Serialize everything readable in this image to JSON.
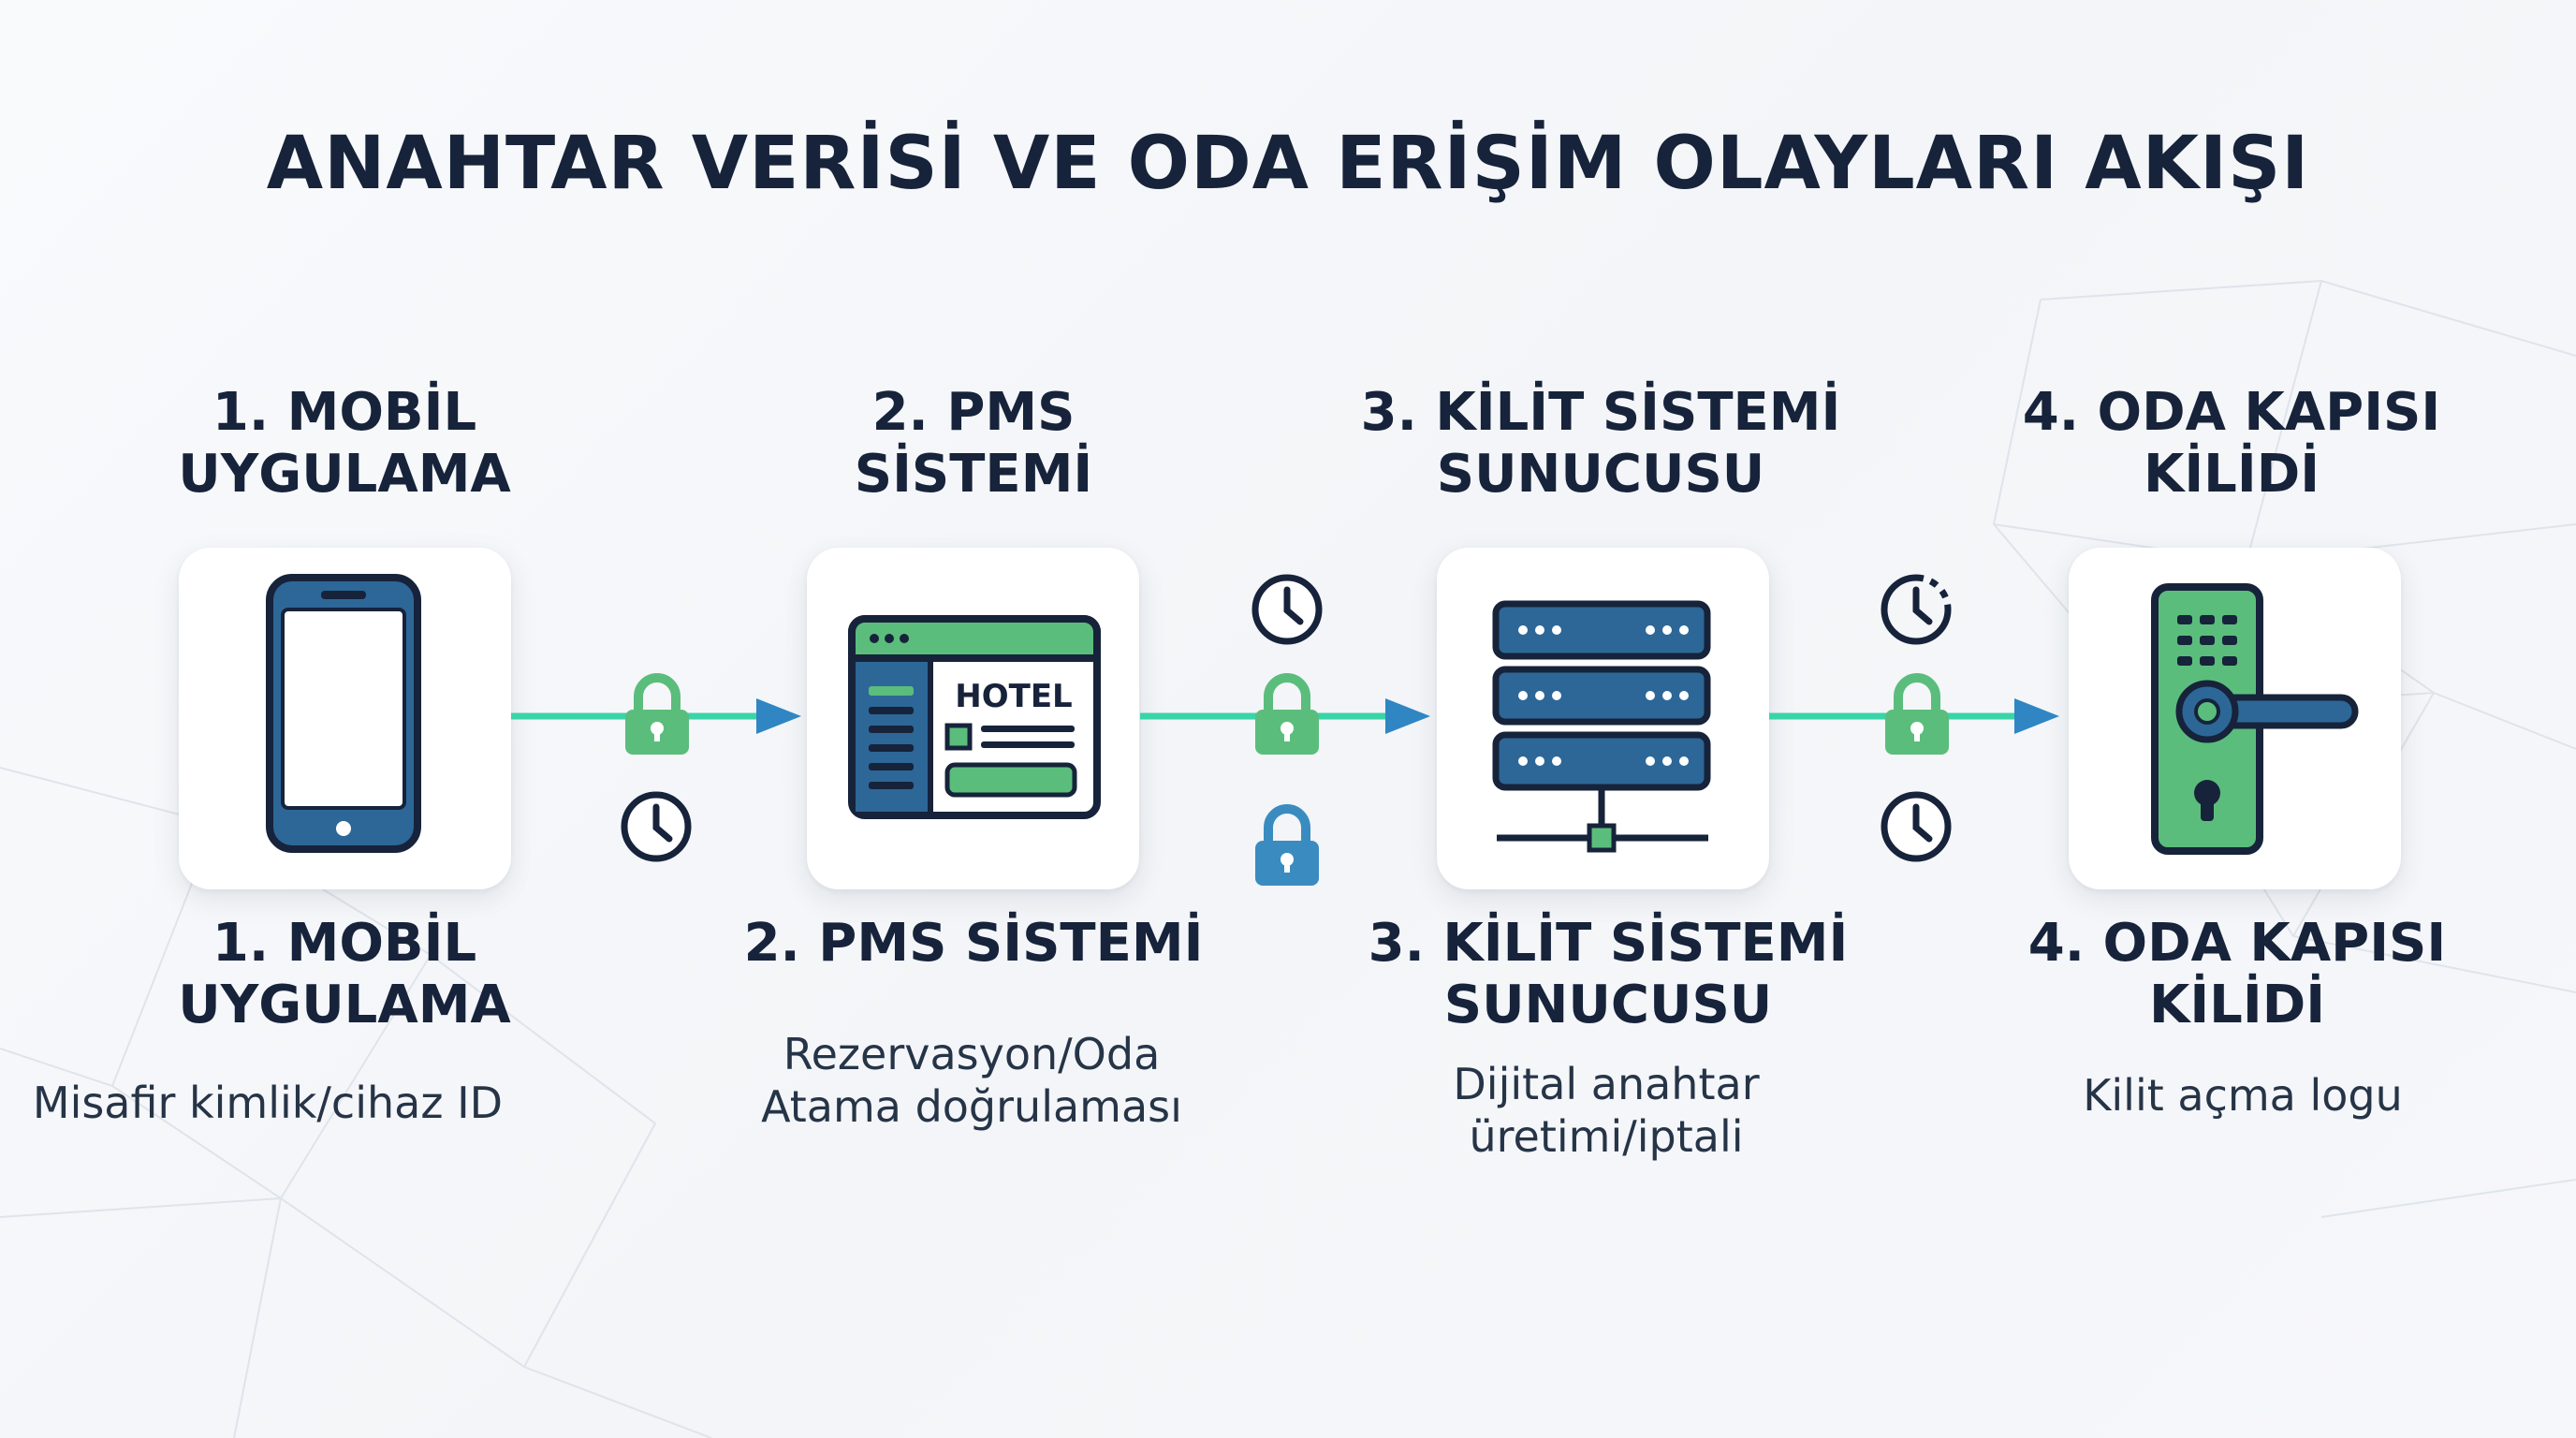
{
  "title": "ANAHTAR VERİSİ VE ODA ERİŞİM OLAYLARI AKIŞI",
  "steps": [
    {
      "head_line1": "1. MOBİL",
      "head_line2": "UYGULAMA",
      "sub_line1": "1. MOBİL",
      "sub_line2": "UYGULAMA",
      "desc_line1": "Misafir kimlik/cihaz ID",
      "desc_line2": "",
      "icon": "smartphone-icon"
    },
    {
      "head_line1": "2. PMS",
      "head_line2": "SİSTEMİ",
      "sub_line1": "2. PMS SİSTEMİ",
      "sub_line2": "",
      "desc_line1": "Rezervasyon/Oda",
      "desc_line2": "Atama doğrulaması",
      "icon": "hotel-pms-window-icon",
      "icon_text": "HOTEL"
    },
    {
      "head_line1": "3. KİLİT SİSTEMİ",
      "head_line2": "SUNUCUSU",
      "sub_line1": "3. KİLİT SİSTEMİ",
      "sub_line2": "SUNUCUSU",
      "desc_line1": "Dijital anahtar",
      "desc_line2": "üretimi/iptali",
      "icon": "server-rack-icon"
    },
    {
      "head_line1": "4. ODA KAPISI",
      "head_line2": "KİLİDİ",
      "sub_line1": "4. ODA KAPISI",
      "sub_line2": "KİLİDİ",
      "desc_line1": "Kilit açma logu",
      "desc_line2": "",
      "icon": "door-lock-handle-icon"
    }
  ],
  "connectors": [
    {
      "from": 1,
      "to": 2,
      "symbols": [
        "padlock-icon",
        "clock-icon"
      ]
    },
    {
      "from": 2,
      "to": 3,
      "symbols": [
        "clock-icon",
        "padlock-icon",
        "padlock-icon"
      ]
    },
    {
      "from": 3,
      "to": 4,
      "symbols": [
        "clock-icon",
        "padlock-icon",
        "clock-icon"
      ]
    }
  ],
  "colors": {
    "navy": "#16233a",
    "blue": "#2d6797",
    "green": "#5bbd7c",
    "glow": "#3ee0b2",
    "arrow": "#2f86c2",
    "teal_lock": "#3a8cc0"
  }
}
